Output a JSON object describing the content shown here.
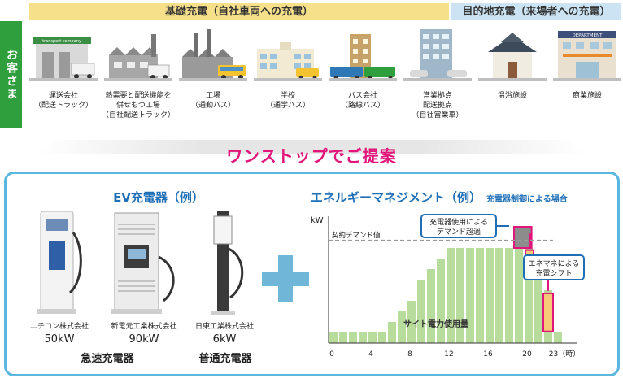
{
  "headers": {
    "base_charging": "基礎充電（自社車両への充電）",
    "destination_charging": "目的地充電（来場者への充電）",
    "customers_label": "お客さま"
  },
  "customers": [
    {
      "caption": "運送会社\n（配送トラック）",
      "sign": "transport company"
    },
    {
      "caption": "熱需要と配送機能を\n併せもつ工場\n（自社配送トラック）"
    },
    {
      "caption": "工場\n（通勤バス）"
    },
    {
      "caption": "学校\n（通学バス）"
    },
    {
      "caption": "バス会社\n（路線バス）"
    },
    {
      "caption": "営業拠点\n配送拠点\n（自社営業車）"
    },
    {
      "caption": "温浴施設"
    },
    {
      "caption": "商業施設",
      "sign": "DEPARTMENT"
    }
  ],
  "proposal": "ワンストップでご提案",
  "ev": {
    "title": "EV充電器（例）",
    "chargers": [
      {
        "company": "ニチコン株式会社",
        "power": "50kW"
      },
      {
        "company": "新電元工業株式会社",
        "power": "90kW"
      },
      {
        "company": "日東工業株式会社",
        "power": "6kW"
      }
    ],
    "category_fast": "急速充電器",
    "category_normal": "普通充電器"
  },
  "energy_management": {
    "title": "エネルギーマネジメント（例）",
    "subtitle": "充電器制御による場合"
  },
  "chart_data": {
    "type": "bar",
    "ylabel": "kW",
    "x_ticks": [
      "0",
      "4",
      "8",
      "12",
      "16",
      "20",
      "23（時）"
    ],
    "hours": [
      0,
      1,
      2,
      3,
      4,
      5,
      6,
      7,
      8,
      9,
      10,
      11,
      12,
      13,
      14,
      15,
      16,
      17,
      18,
      19,
      20,
      21,
      22,
      23
    ],
    "site_usage": [
      1,
      1,
      1,
      1,
      1,
      1,
      2,
      3,
      4,
      6,
      7,
      8,
      9,
      9,
      9,
      9,
      9,
      9,
      9,
      9,
      9,
      8,
      5,
      1
    ],
    "ylim": [
      0,
      12
    ],
    "contract_demand_level": 9.7,
    "contract_demand_label": "契約デマンド値",
    "site_usage_label": "サイト電力使用量",
    "charger_usage_excess_hour": 19,
    "charger_excess_range": [
      9,
      11
    ],
    "shift_hours": [
      20,
      22
    ],
    "callout_excess": "充電器使用による\nデマンド超過",
    "callout_shift": "エネマネによる\n充電シフト",
    "colors": {
      "site": "#b7dc9b",
      "excess": "#8c8c8c",
      "shift": "#f6c978",
      "highlight": "#e2157a",
      "demand_line": "#999999"
    }
  }
}
